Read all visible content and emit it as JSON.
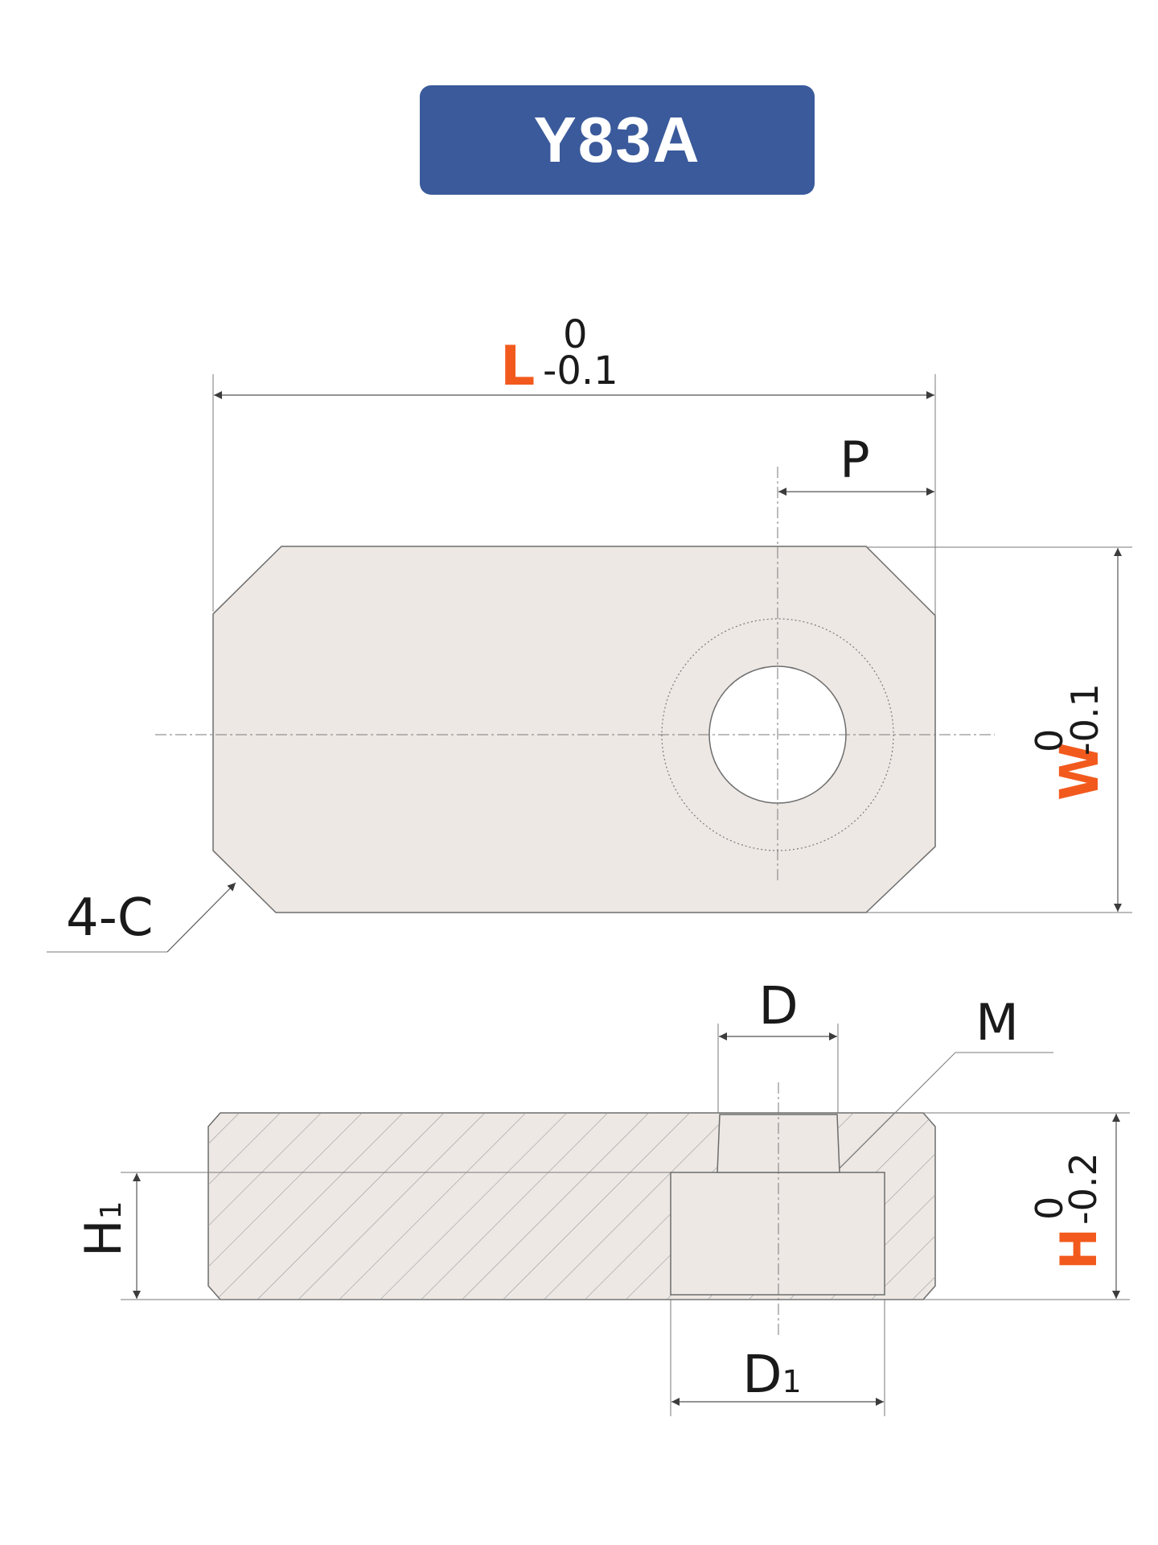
{
  "title": "Y83A",
  "colors": {
    "badge": "#3a5a9b",
    "accent": "#f25a1d",
    "part_fill": "#ede8e4",
    "line": "#444444"
  },
  "top_view": {
    "length_label": "L",
    "length_tol_upper": "0",
    "length_tol_lower": "-0.1",
    "pitch_label": "P",
    "width_label": "W",
    "width_tol_upper": "0",
    "width_tol_lower": "-0.1",
    "chamfer_label": "4-C"
  },
  "side_view": {
    "bore_label": "D",
    "thread_label": "M",
    "counterbore_label": "D",
    "counterbore_sub": "1",
    "step_height_label": "H",
    "step_height_sub": "1",
    "height_label": "H",
    "height_tol_upper": "0",
    "height_tol_lower": "-0.2"
  }
}
